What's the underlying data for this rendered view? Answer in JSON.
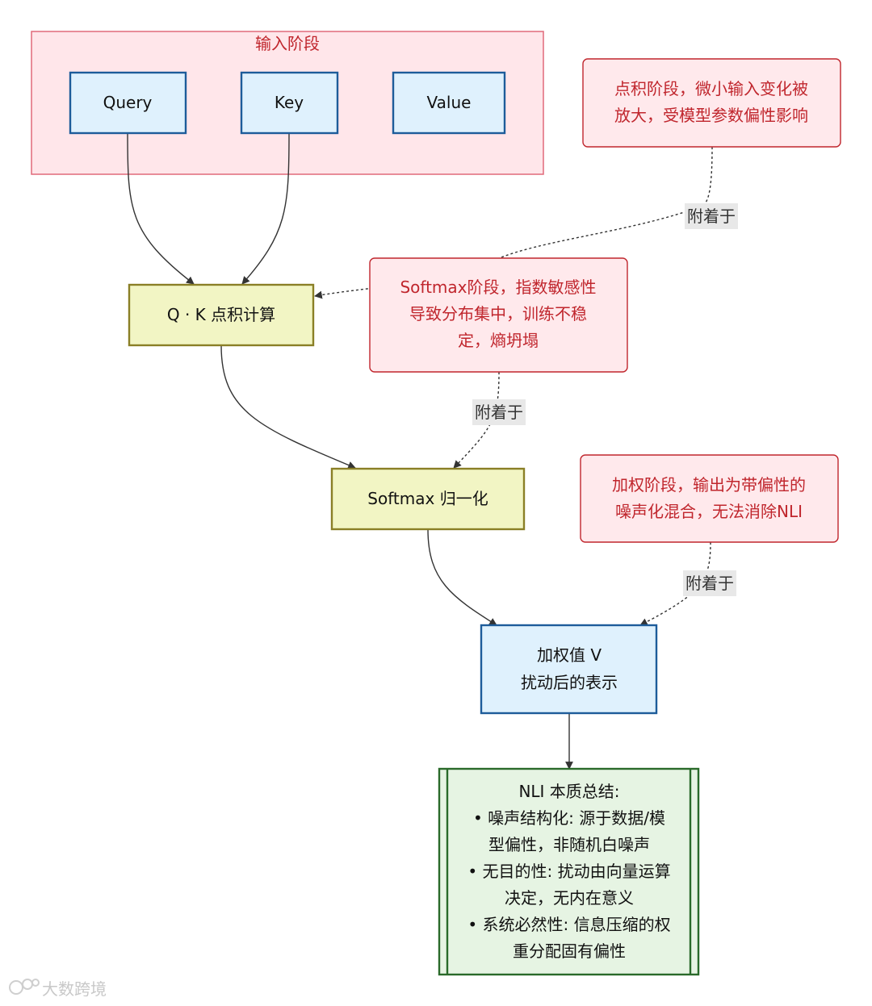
{
  "group_input": {
    "label": "输入阶段"
  },
  "nodes": {
    "query": {
      "label": "Query"
    },
    "key": {
      "label": "Key"
    },
    "value": {
      "label": "Value"
    },
    "qk": {
      "label": "Q · K 点积计算"
    },
    "softmax": {
      "label": "Softmax 归一化"
    },
    "weighted": {
      "lines": [
        "加权值 V",
        "扰动后的表示"
      ]
    },
    "summary": {
      "lines": [
        "NLI 本质总结:",
        "• 噪声结构化: 源于数据/模",
        "型偏性，非随机白噪声",
        "• 无目的性: 扰动由向量运算",
        "决定，无内在意义",
        "• 系统必然性: 信息压缩的权",
        "重分配固有偏性"
      ]
    }
  },
  "notes": {
    "dot": {
      "lines": [
        "点积阶段，微小输入变化被",
        "放大，受模型参数偏性影响"
      ]
    },
    "softmax": {
      "lines": [
        "Softmax阶段，指数敏感性",
        "导致分布集中，训练不稳",
        "定，熵坍塌"
      ]
    },
    "weighted": {
      "lines": [
        "加权阶段，输出为带偏性的",
        "噪声化混合，无法消除NLI"
      ]
    }
  },
  "edge_labels": {
    "dot": "附着于",
    "softmax": "附着于",
    "weighted": "附着于"
  },
  "watermark": {
    "text": "大数跨境"
  },
  "colors": {
    "group_fill": "#ffe6ea",
    "group_stroke": "#e06a7a",
    "node_blue_fill": "#dff1fd",
    "node_blue_stroke": "#1d5c9a",
    "node_yellow_fill": "#f2f5c4",
    "node_yellow_stroke": "#8a7f26",
    "note_fill": "#ffe9ec",
    "note_stroke": "#c0262d",
    "summary_fill": "#e6f4e3",
    "summary_stroke": "#2a6a2a",
    "edge": "#333333"
  }
}
